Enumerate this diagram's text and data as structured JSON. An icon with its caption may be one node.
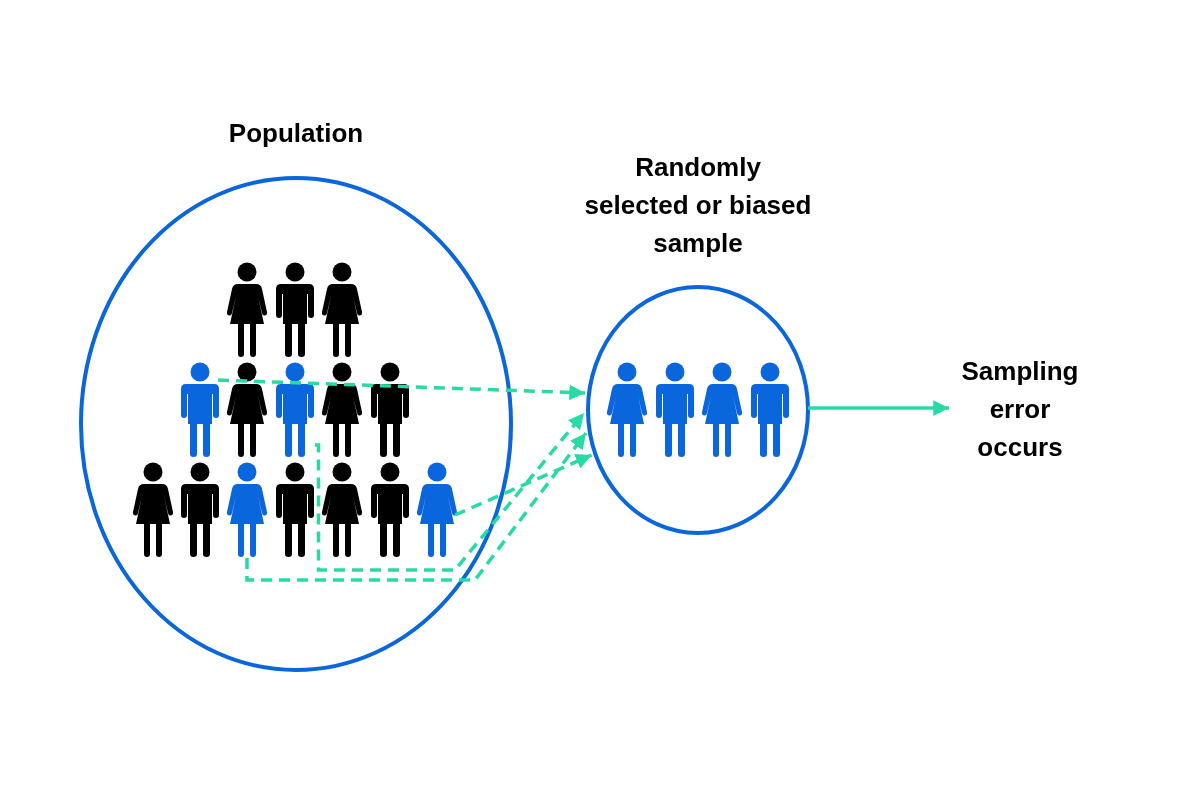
{
  "diagram": {
    "nodes": [
      {
        "text": [
          "Population"
        ]
      },
      {
        "text": [],
        "shape": "person",
        "in": 0
      },
      {
        "text": [],
        "shape": "person",
        "in": 0
      },
      {
        "text": [],
        "shape": "person",
        "in": 0
      },
      {
        "text": [],
        "shape": "person",
        "in": 0
      },
      {
        "text": [],
        "shape": "person",
        "in": 0
      },
      {
        "text": [],
        "shape": "person",
        "in": 0
      },
      {
        "text": [],
        "shape": "person",
        "in": 0
      },
      {
        "text": [],
        "shape": "person",
        "in": 0
      },
      {
        "text": [],
        "shape": "person",
        "in": 0
      },
      {
        "text": [],
        "shape": "person",
        "in": 0
      },
      {
        "text": [],
        "shape": "person",
        "in": 0
      },
      {
        "text": [],
        "shape": "person",
        "in": 0
      },
      {
        "text": [],
        "shape": "person",
        "in": 0
      },
      {
        "text": [],
        "shape": "person",
        "in": 0
      },
      {
        "text": [],
        "shape": "person",
        "in": 0
      },
      {
        "text": [
          "Randomly selected or biased sample"
        ]
      },
      {
        "text": [],
        "shape": "person",
        "in": 16
      },
      {
        "text": [],
        "shape": "person",
        "in": 16
      },
      {
        "text": [],
        "shape": "person",
        "in": 16
      },
      {
        "text": [],
        "shape": "person",
        "in": 16
      },
      {
        "text": [
          "Sampling error occurs"
        ]
      }
    ],
    "edges": [
      {
        "from": 4,
        "to": 16,
        "arrow": "to",
        "style": "dashed"
      },
      {
        "from": 6,
        "to": 16,
        "arrow": "to",
        "style": "dashed"
      },
      {
        "from": 11,
        "to": 16,
        "arrow": "to",
        "style": "dashed"
      },
      {
        "from": 15,
        "to": 16,
        "arrow": "to",
        "style": "dashed"
      },
      {
        "from": 16,
        "to": 21,
        "arrow": "to"
      }
    ]
  }
}
